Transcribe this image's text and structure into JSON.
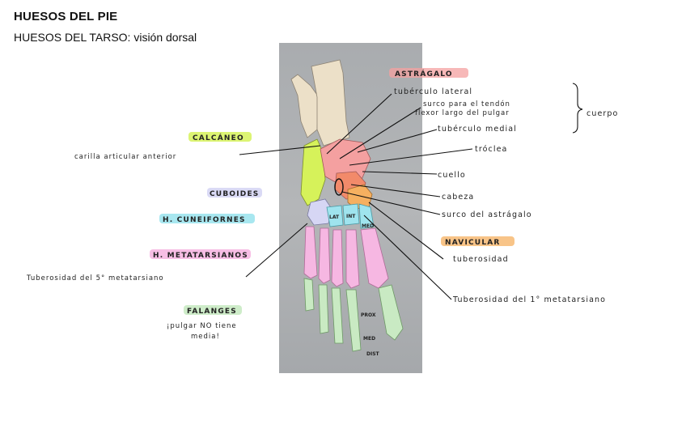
{
  "title": "HUESOS DEL PIE",
  "subtitle": "HUESOS DEL TARSO: visión dorsal",
  "colors": {
    "astragalo": "#f4a0a0",
    "calcaneo": "#d6f25a",
    "cuboides": "#d6d6f4",
    "cuneiformes": "#9fe4ee",
    "metatarsianos": "#f6b7e2",
    "navicular": "#f6b060",
    "falanges": "#c9eac3"
  },
  "groups": {
    "astragalo": "ASTRÁGALO",
    "calcaneo": "CALCÁNEO",
    "cuboides": "CUBOIDES",
    "cuneiformes": "H. CUNEIFORNES",
    "metatarsianos": "H. METATARSIANOS",
    "navicular": "NAVICULAR",
    "falanges": "FALANGES"
  },
  "labels": {
    "tuberculo_lateral": "tubérculo lateral",
    "surco_tendon_1": "surco para el tendón",
    "surco_tendon_2": "flexor largo del pulgar",
    "cuerpo": "cuerpo",
    "tuberculo_medial": "tubérculo medial",
    "troclea": "tróclea",
    "cuello": "cuello",
    "cabeza": "cabeza",
    "surco_astragalo": "surco del astrágalo",
    "tuberosidad": "tuberosidad",
    "tuberosidad_1_meta": "Tuberosidad del 1° metatarsiano",
    "carilla_articular": "carilla articular anterior",
    "tuberosidad_5_meta": "Tuberosidad del 5° metatarsiano",
    "pulgar_note_1": "¡pulgar NO tiene",
    "pulgar_note_2": "media!"
  },
  "bone_labels": {
    "lat": "LAT",
    "int": "INT",
    "med": "MED",
    "prox": "PROX",
    "med_phalanx": "MED",
    "dist": "DIST"
  }
}
